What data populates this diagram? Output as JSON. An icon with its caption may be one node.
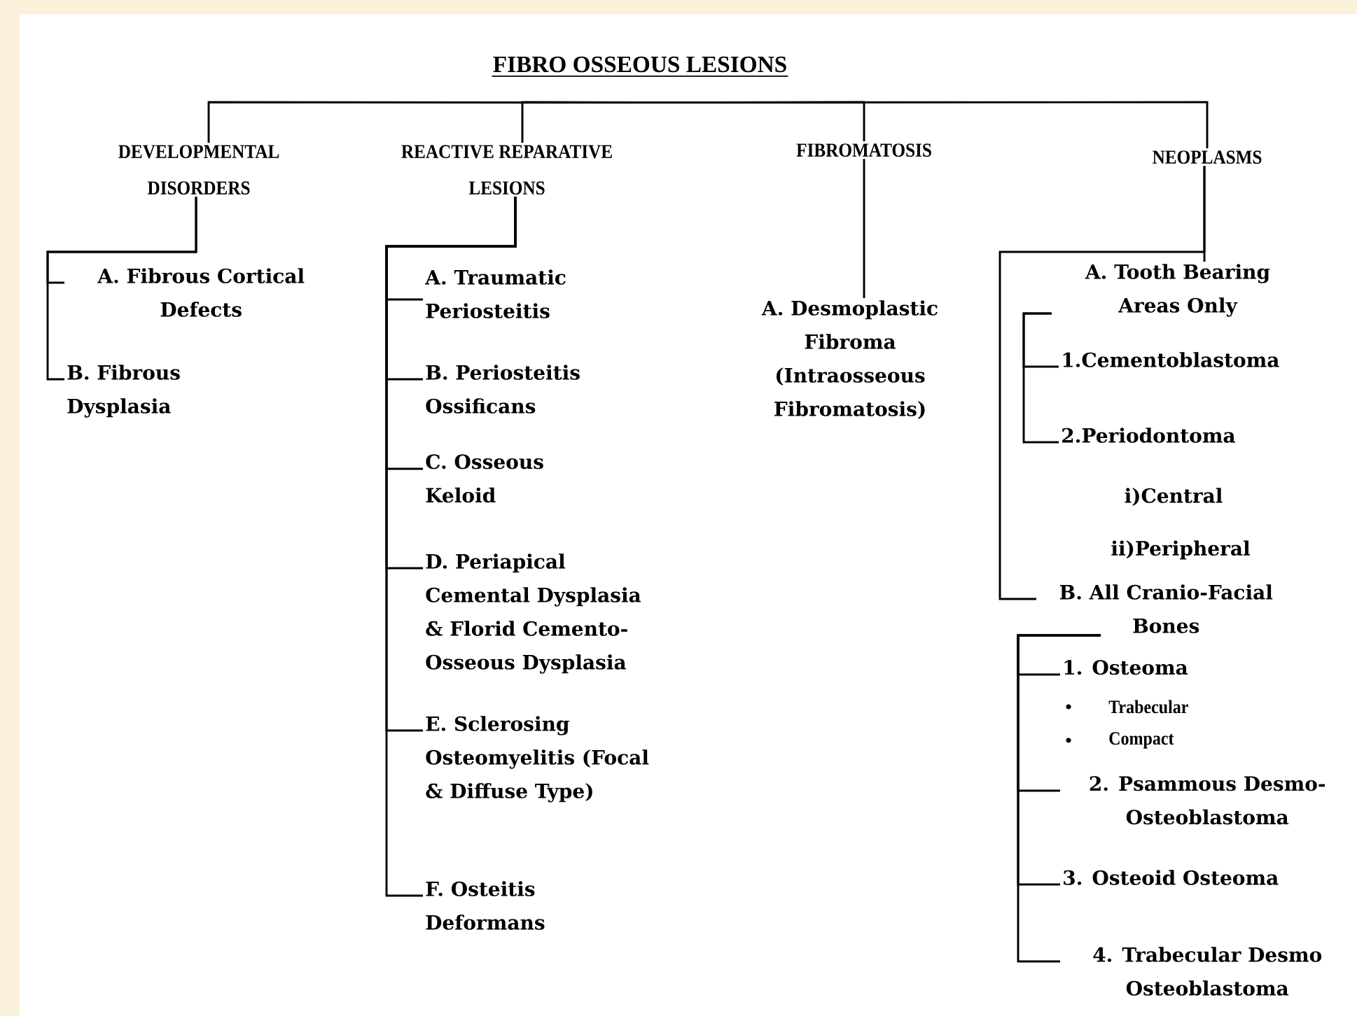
{
  "diagram": {
    "nodes": [
      {
        "text": [
          "FIBRO OSSEOUS LESIONS"
        ]
      },
      {
        "text": [
          "DEVELOPMENTAL DISORDERS"
        ]
      },
      {
        "text": [
          "REACTIVE REPARATIVE LESIONS"
        ]
      },
      {
        "text": [
          "FIBROMATOSIS"
        ]
      },
      {
        "text": [
          "NEOPLASMS"
        ]
      },
      {
        "text": [
          "A. Fibrous Cortical Defects"
        ]
      },
      {
        "text": [
          "B. Fibrous Dysplasia"
        ]
      },
      {
        "text": [
          "A. Traumatic Periosteitis"
        ]
      },
      {
        "text": [
          "B. Periosteitis Ossificans"
        ]
      },
      {
        "text": [
          "C. Osseous Keloid"
        ]
      },
      {
        "text": [
          "D. Periapical Cemental Dysplasia & Florid Cemento- Osseous Dysplasia"
        ]
      },
      {
        "text": [
          "E. Sclerosing Osteomyelitis (Focal & Diffuse Type)"
        ]
      },
      {
        "text": [
          "F. Osteitis Deformans"
        ]
      },
      {
        "text": [
          "A. Desmoplastic Fibroma (Intraosseous Fibromatosis)"
        ]
      },
      {
        "text": [
          "A. Tooth Bearing Areas Only"
        ]
      },
      {
        "text": [
          "1.Cementoblastoma"
        ]
      },
      {
        "text": [
          "2.Periodontoma"
        ]
      },
      {
        "text": [
          "B. All Cranio-Facial Bones"
        ]
      },
      {
        "text": [
          "1. Osteoma"
        ]
      },
      {
        "text": [
          "2. Psammous Desmo- Osteoblastoma"
        ]
      },
      {
        "text": [
          "3. Osteoid Osteoma"
        ]
      },
      {
        "text": [
          "4. Trabecular Desmo Osteoblastoma"
        ]
      }
    ],
    "edges": [
      {
        "from": 0,
        "to": 1,
        "arrow": "none"
      },
      {
        "from": 0,
        "to": 2,
        "arrow": "none"
      },
      {
        "from": 0,
        "to": 3,
        "arrow": "none"
      },
      {
        "from": 0,
        "to": 4,
        "arrow": "none"
      },
      {
        "from": 1,
        "to": 5,
        "arrow": "none"
      },
      {
        "from": 1,
        "to": 6,
        "arrow": "none"
      },
      {
        "from": 2,
        "to": 7,
        "arrow": "none"
      },
      {
        "from": 2,
        "to": 8,
        "arrow": "none"
      },
      {
        "from": 2,
        "to": 9,
        "arrow": "none"
      },
      {
        "from": 2,
        "to": 10,
        "arrow": "none"
      },
      {
        "from": 2,
        "to": 11,
        "arrow": "none"
      },
      {
        "from": 2,
        "to": 12,
        "arrow": "none"
      },
      {
        "from": 3,
        "to": 13,
        "arrow": "none"
      },
      {
        "from": 4,
        "to": 14,
        "arrow": "none"
      },
      {
        "from": 4,
        "to": 17,
        "arrow": "none"
      },
      {
        "from": 14,
        "to": 15,
        "arrow": "none"
      },
      {
        "from": 14,
        "to": 16,
        "arrow": "none"
      },
      {
        "from": 17,
        "to": 18,
        "arrow": "none"
      },
      {
        "from": 17,
        "to": 19,
        "arrow": "none"
      },
      {
        "from": 17,
        "to": 20,
        "arrow": "none"
      },
      {
        "from": 17,
        "to": 21,
        "arrow": "none"
      }
    ],
    "labels": [
      "i)Central",
      "ii)Peripheral",
      "Trabecular",
      "Compact"
    ]
  }
}
